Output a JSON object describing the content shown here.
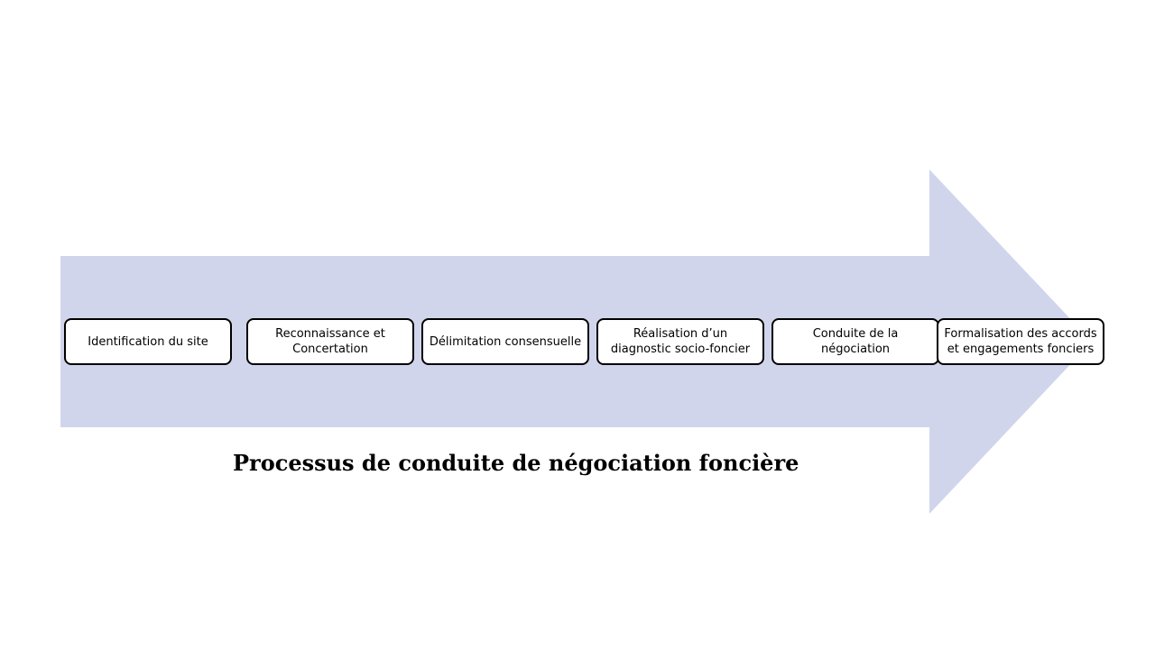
{
  "diagram": {
    "arrow_color": "#d1d5ec",
    "box_border_color": "#000000",
    "box_fill_color": "#ffffff",
    "steps": [
      {
        "label": "Identification du site"
      },
      {
        "label": "Reconnaissance et Concertation"
      },
      {
        "label": "Délimitation consensuelle"
      },
      {
        "label": "Réalisation d’un diagnostic socio-foncier"
      },
      {
        "label": "Conduite de la négociation"
      },
      {
        "label": "Formalisation des accords et engagements fonciers"
      }
    ],
    "caption": "Processus de conduite de négociation foncière"
  }
}
